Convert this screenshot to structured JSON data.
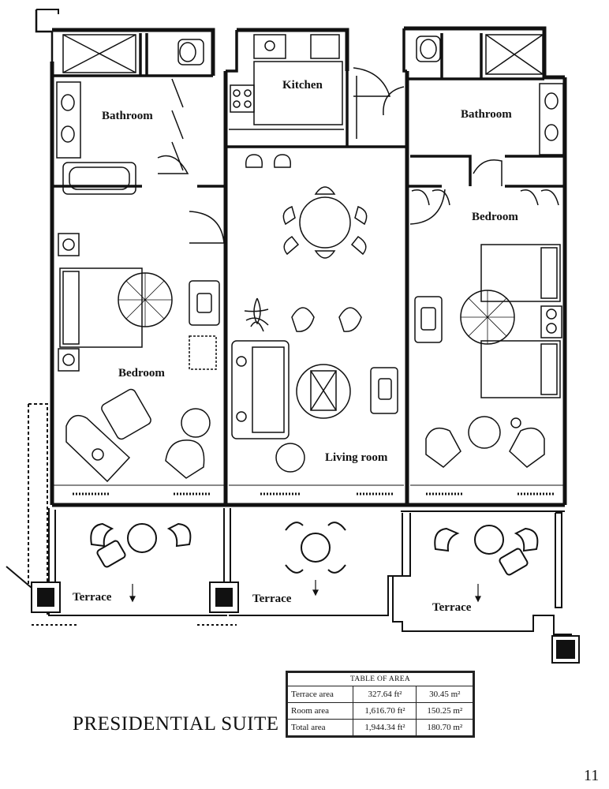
{
  "rooms": {
    "kitchen": "Kitchen",
    "bathroom_left": "Bathroom",
    "bathroom_right": "Bathroom",
    "bedroom_left": "Bedroom",
    "bedroom_right": "Bedroom",
    "living_room": "Living room",
    "terrace_left": "Terrace",
    "terrace_center": "Terrace",
    "terrace_right": "Terrace"
  },
  "title": "PRESIDENTIAL SUITE",
  "page_number": "11",
  "area_table": {
    "title": "TABLE OF AREA",
    "rows": [
      {
        "label": "Terrace area",
        "sqft": "327.64 ft²",
        "sqm": "30.45 m²"
      },
      {
        "label": "Room area",
        "sqft": "1,616.70 ft²",
        "sqm": "150.25 m²"
      },
      {
        "label": "Total area",
        "sqft": "1,944.34 ft²",
        "sqm": "180.70 m²"
      }
    ]
  }
}
